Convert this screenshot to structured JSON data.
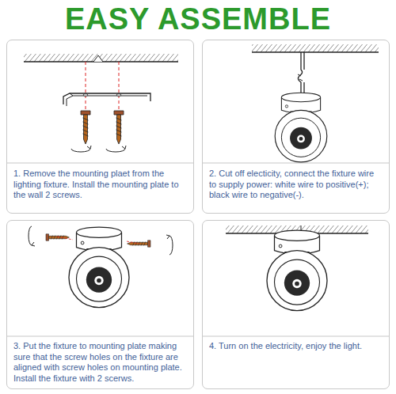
{
  "diagram": {
    "title": "EASY ASSEMBLE",
    "nodes": [
      {
        "text": [
          "1. Remove the mounting plaet from the lighting fixture. Install the mounting plate to the wall 2 screws."
        ]
      },
      {
        "text": [
          "2. Cut off electicity, connect the fixture wire to supply power: white wire to positive(+); black wire to negative(-)."
        ]
      },
      {
        "text": [
          "3. Put the fixture to mounting plate making sure that the screw holes on the fixture are aligned with screw holes on mounting plate. Install the fixture with 2 scerws."
        ]
      },
      {
        "text": [
          "4. Turn on the electricity, enjoy the light."
        ]
      }
    ]
  }
}
